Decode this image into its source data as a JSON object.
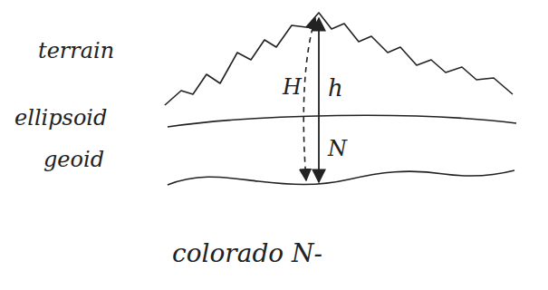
{
  "diagram": {
    "labels": [
      "terrain",
      "ellipsoid",
      "geoid",
      "H",
      "h",
      "N",
      "colorado N-"
    ]
  }
}
